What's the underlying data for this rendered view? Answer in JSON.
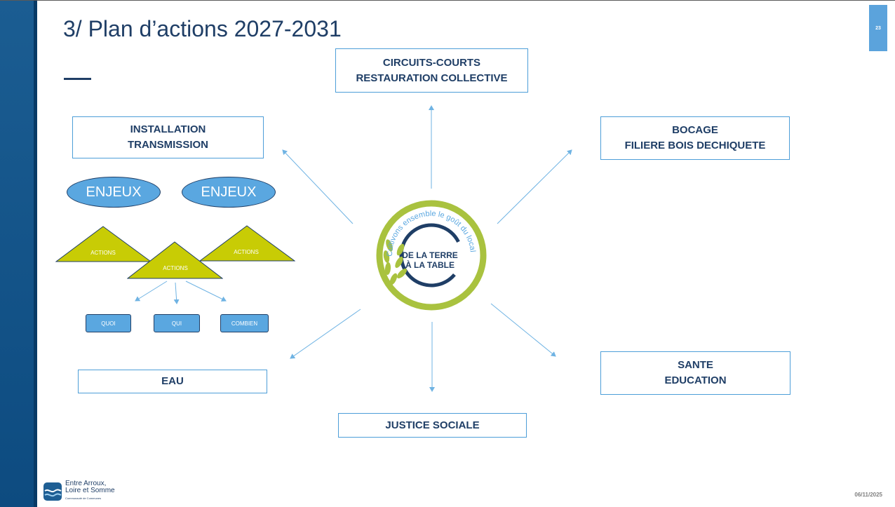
{
  "slide": {
    "number": "23",
    "title": "3/ Plan d’actions 2027-2031",
    "date": "06/11/2025"
  },
  "themes": {
    "circuits": {
      "line1": "CIRCUITS-COURTS",
      "line2": "RESTAURATION COLLECTIVE"
    },
    "installation": {
      "line1": "INSTALLATION",
      "line2": "TRANSMISSION"
    },
    "bocage": {
      "line1": "BOCAGE",
      "line2": "FILIERE BOIS DECHIQUETE"
    },
    "eau": {
      "line1": "EAU"
    },
    "sante": {
      "line1": "SANTE",
      "line2": "EDUCATION"
    },
    "justice": {
      "line1": "JUSTICE SOCIALE"
    }
  },
  "method": {
    "enjeux": [
      "ENJEUX",
      "ENJEUX"
    ],
    "actions": [
      "ACTIONS",
      "ACTIONS",
      "ACTIONS"
    ],
    "questions": [
      "QUOI",
      "QUI",
      "COMBIEN"
    ]
  },
  "center_logo": {
    "arc_text": "Cultivons ensemble le goût du local !",
    "line1": "DE LA TERRE",
    "line2": "À LA TABLE"
  },
  "footer": {
    "org_line1": "Entre Arroux,",
    "org_line2": "Loire et Somme",
    "org_line3": "Communauté de Communes"
  },
  "colors": {
    "navy": "#1f3e66",
    "sidebar": "#0d4b80",
    "accent_blue": "#5aa7e0",
    "box_border": "#4d9ed8",
    "triangle_fill": "#c8cc05",
    "logo_green": "#a9c23f"
  },
  "icons": {
    "connector_arrow": "arrow-icon",
    "footer_logo": "waves-logo-icon"
  }
}
